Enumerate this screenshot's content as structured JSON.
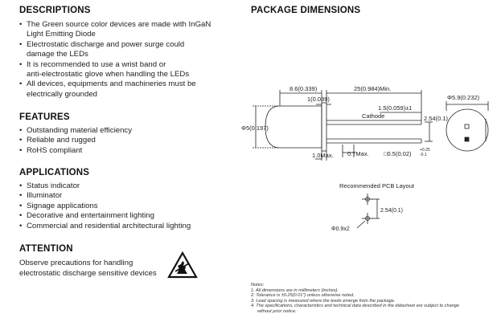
{
  "descriptions": {
    "title": "DESCRIPTIONS",
    "items": [
      [
        "The Green source color devices are made with InGaN",
        "Light Emitting Diode"
      ],
      [
        "Electrostatic discharge and power surge could",
        "damage the LEDs"
      ],
      [
        "It is recommended to use a wrist band or",
        "anti-electrostatic glove when handling the LEDs"
      ],
      [
        "All devices, equipments and machineries must be",
        "electrically grounded"
      ]
    ]
  },
  "features": {
    "title": "FEATURES",
    "items": [
      "Outstanding material efficiency",
      "Reliable and rugged",
      "RoHS compliant"
    ]
  },
  "applications": {
    "title": "APPLICATIONS",
    "items": [
      "Status indicator",
      "Illuminator",
      "Signage applications",
      "Decorative and entertainment lighting",
      "Commercial and residential architectural lighting"
    ]
  },
  "attention": {
    "title": "ATTENTION",
    "lines": [
      "Observe precautions for handling",
      "electrostatic discharge sensitive devices"
    ]
  },
  "package": {
    "title": "PACKAGE DIMENSIONS",
    "dims": {
      "length": "8.6(0.339)",
      "lead_length": "25(0.984)Min.",
      "flange": "1(0.039)",
      "lead_spacing_top": "1.5(0.059)±1",
      "cathode": "Cathode",
      "pitch": "2.54(0.1)",
      "diameter": "Φ5(0.197)",
      "max_flange": "1.0Max.",
      "meniscus": "0.7Max.",
      "lead_square": "□0.5(0.02)",
      "lead_tol_plus": "+0.25",
      "lead_tol_minus": "-0.1",
      "top_diameter": "Φ5.9(0.232)"
    },
    "pcb": {
      "title": "Recommended PCB Layout",
      "pitch": "2.54(0.1)",
      "hole": "Φ0.9x2"
    }
  },
  "notes": {
    "title": "Notes:",
    "lines": [
      "1. All dimensions are in millimeters (inches).",
      "2. Tolerance is ±0.25(0.01\") unless otherwise noted.",
      "3. Lead spacing is measured where the leads emerge from the package.",
      "4. The specifications, characteristics and technical data described in the datasheet are subject to change",
      "without prior notice."
    ]
  }
}
